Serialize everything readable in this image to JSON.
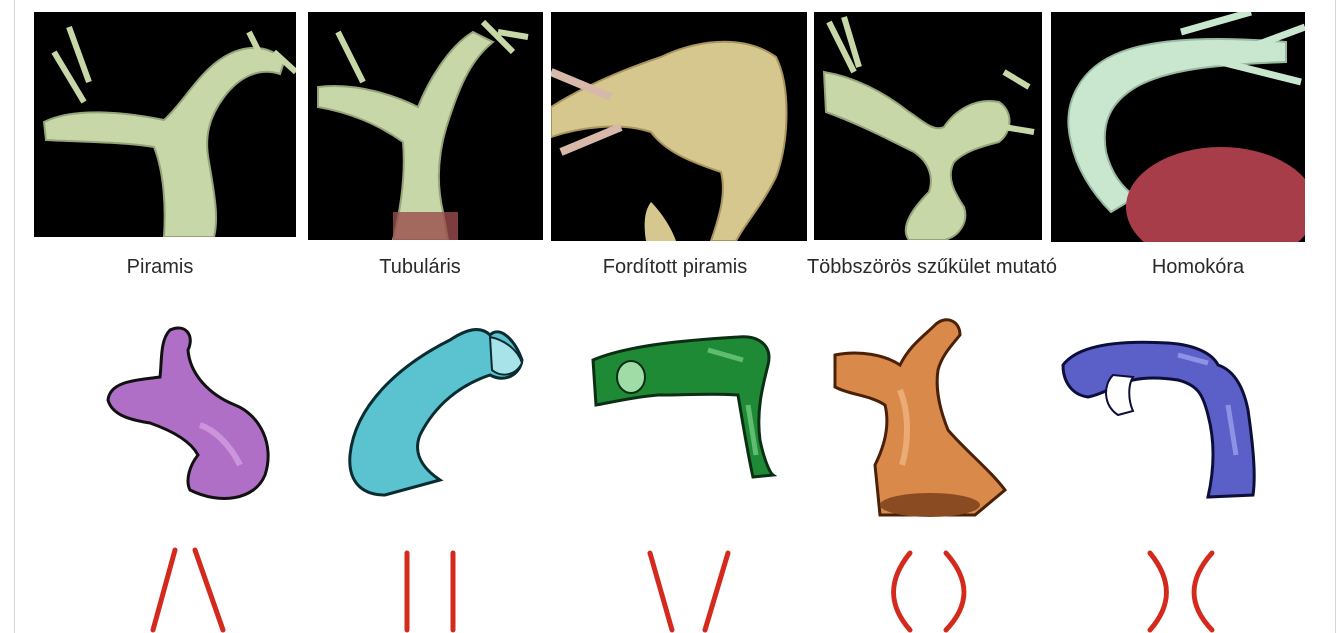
{
  "columns": [
    {
      "label": "Piramis",
      "model_color": "#b06fc6",
      "shape": "pyramid"
    },
    {
      "label": "Tubuláris",
      "model_color": "#5bc3cf",
      "shape": "tubular"
    },
    {
      "label": "Fordított piramis",
      "model_color": "#1f8a35",
      "shape": "inverted-pyramid"
    },
    {
      "label": "Többszörös szűkület mutató",
      "model_color": "#d98a4b",
      "shape": "multiple-stenosis"
    },
    {
      "label": "Homokóra",
      "model_color": "#5a60c8",
      "shape": "hourglass"
    }
  ],
  "colors": {
    "ct_background": "#000000",
    "ct_vessel": "#c8d7a7",
    "shape_line": "#d42a1e"
  }
}
